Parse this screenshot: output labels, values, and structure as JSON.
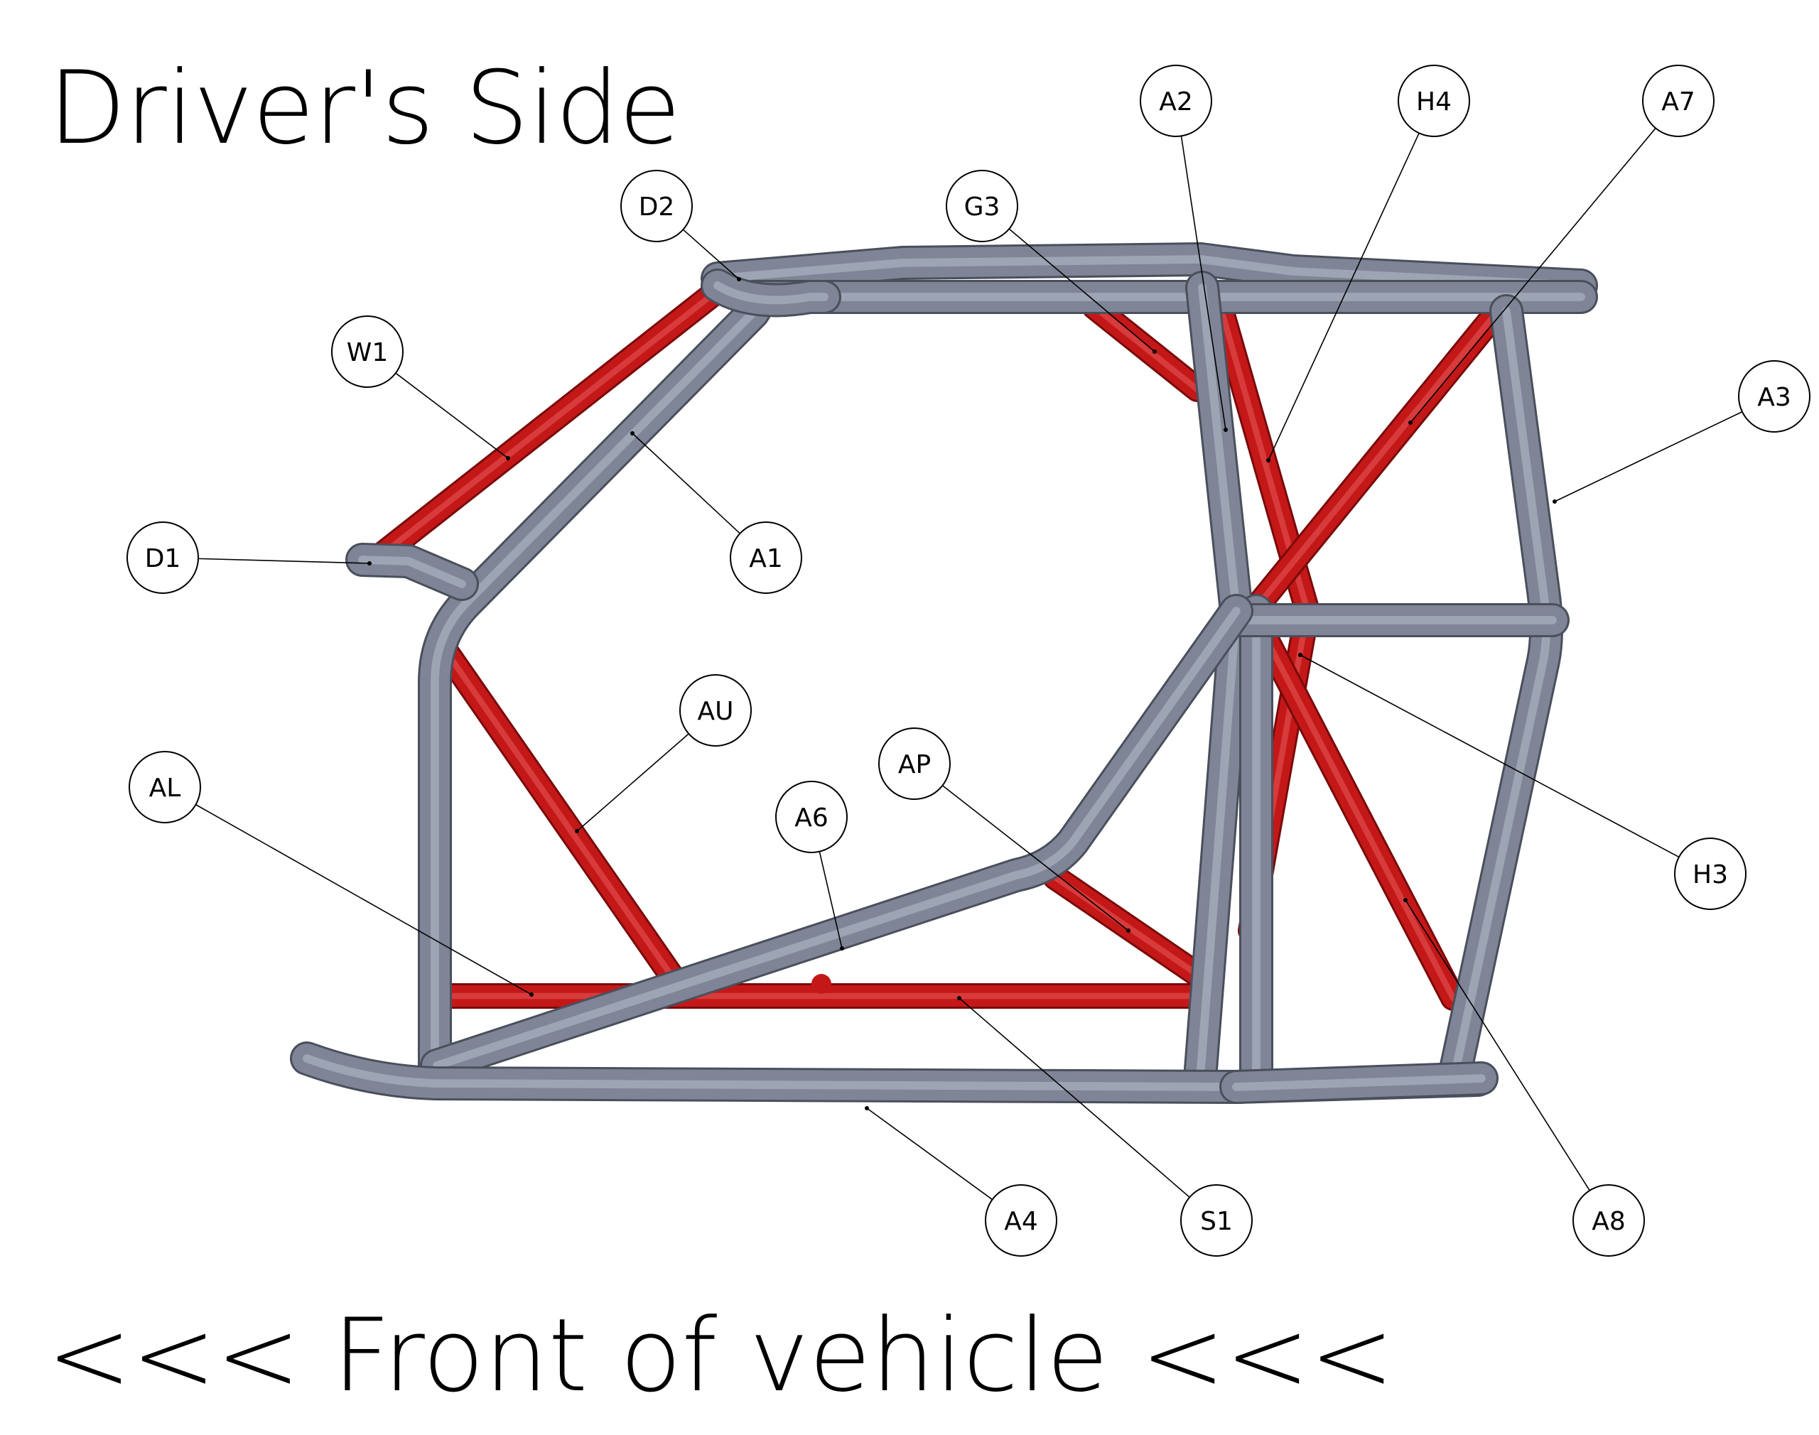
{
  "diagram": {
    "title": "Driver's Side",
    "footer": "<<< Front of vehicle <<<",
    "colors": {
      "frame_tube": "#7f8596",
      "frame_tube_highlight": "#aab0bf",
      "frame_tube_shadow": "#4a4f5c",
      "highlight_tube": "#c41818",
      "highlight_tube_shadow": "#7a0a0a",
      "leader_line": "#000000",
      "callout_fill": "#ffffff"
    },
    "callouts": [
      {
        "id": "D2",
        "label": "D2"
      },
      {
        "id": "G3",
        "label": "G3"
      },
      {
        "id": "A2",
        "label": "A2"
      },
      {
        "id": "H4",
        "label": "H4"
      },
      {
        "id": "A7",
        "label": "A7"
      },
      {
        "id": "W1",
        "label": "W1"
      },
      {
        "id": "A3",
        "label": "A3"
      },
      {
        "id": "D1",
        "label": "D1"
      },
      {
        "id": "A1",
        "label": "A1"
      },
      {
        "id": "AU",
        "label": "AU"
      },
      {
        "id": "AP",
        "label": "AP"
      },
      {
        "id": "AL",
        "label": "AL"
      },
      {
        "id": "A6",
        "label": "A6"
      },
      {
        "id": "H3",
        "label": "H3"
      },
      {
        "id": "A4",
        "label": "A4"
      },
      {
        "id": "S1",
        "label": "S1"
      },
      {
        "id": "A8",
        "label": "A8"
      }
    ]
  }
}
